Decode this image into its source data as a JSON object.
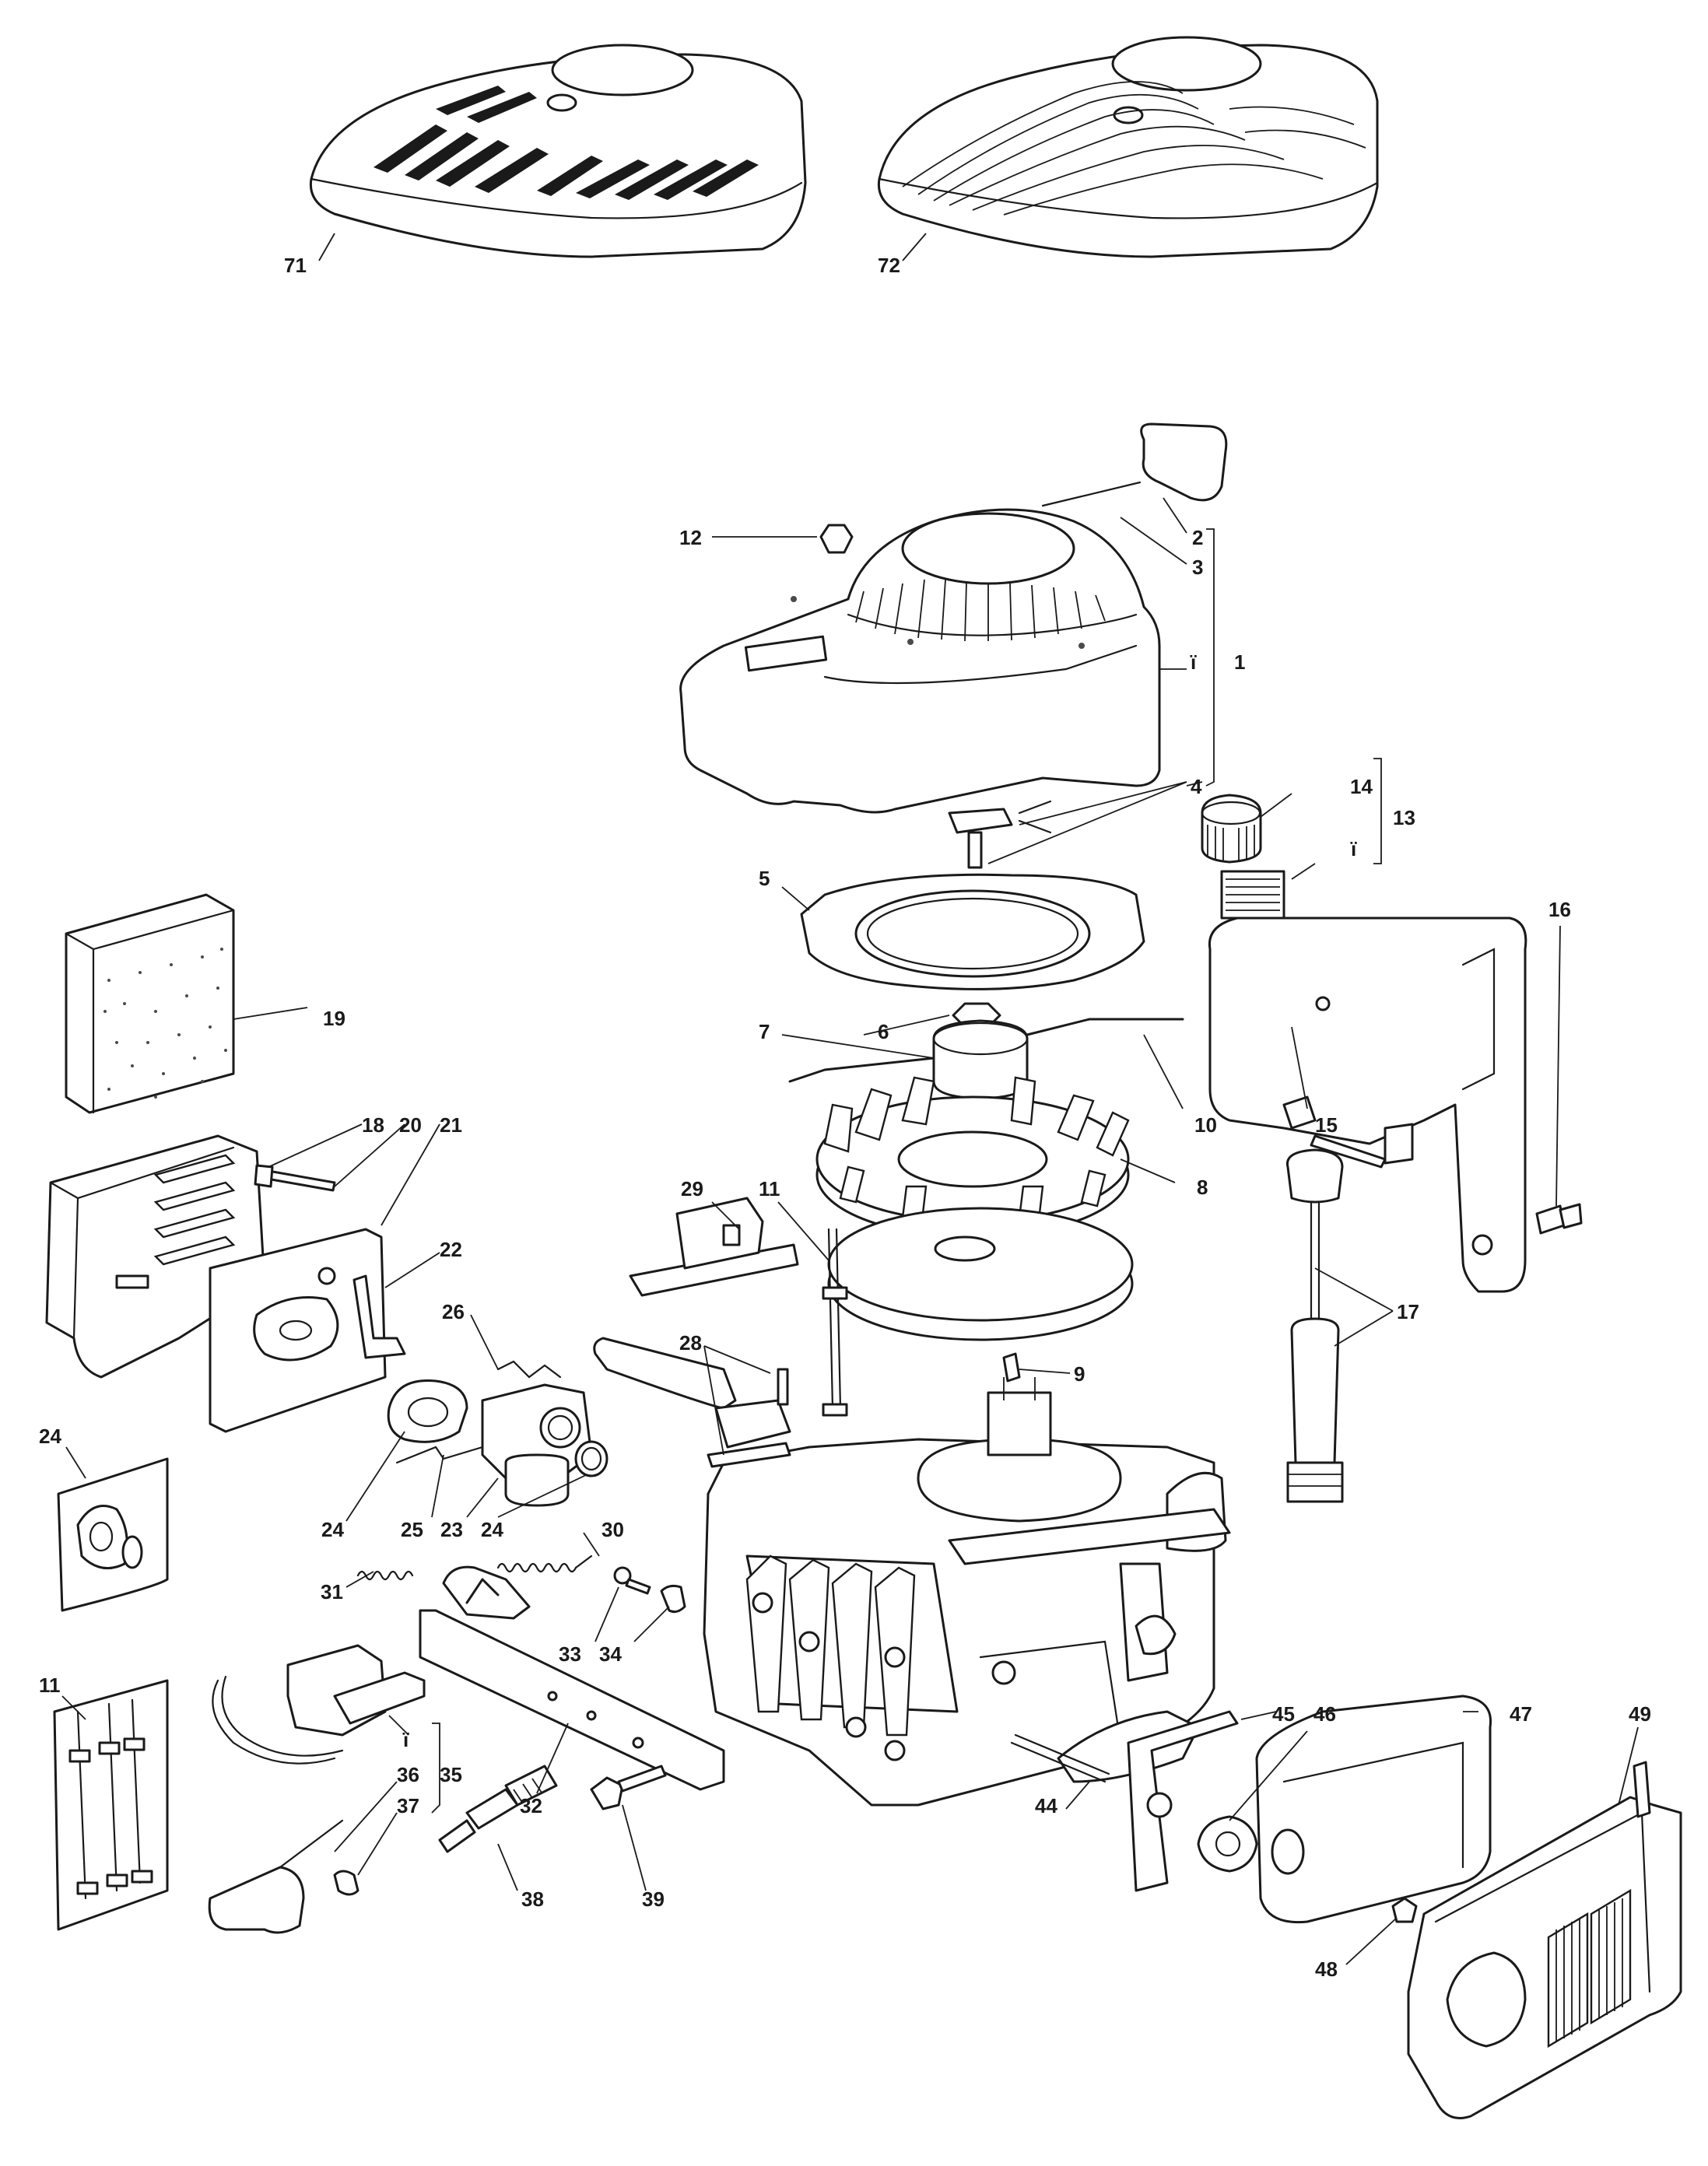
{
  "callouts": {
    "c71": "71",
    "c72": "72",
    "c12": "12",
    "c2": "2",
    "c3": "3",
    "c1": "1",
    "cI1": "ï",
    "c4": "4",
    "c14": "14",
    "c13": "13",
    "cI13": "ï",
    "c5": "5",
    "c16": "16",
    "c19": "19",
    "c7": "7",
    "c6": "6",
    "c10": "10",
    "c15": "15",
    "c18": "18",
    "c20": "20",
    "c21": "21",
    "c29": "29",
    "c11a": "11",
    "c8": "8",
    "c22": "22",
    "c17": "17",
    "c26": "26",
    "c28": "28",
    "c9": "9",
    "c24a": "24",
    "c24b": "24",
    "c25": "25",
    "c23": "23",
    "c24c": "24",
    "c30": "30",
    "c31": "31",
    "c33": "33",
    "c34": "34",
    "c11b": "11",
    "c35I": "ï",
    "c36": "36",
    "c35": "35",
    "c37": "37",
    "c32": "32",
    "c38": "38",
    "c39": "39",
    "c44": "44",
    "c45": "45",
    "c46": "46",
    "c47": "47",
    "c49": "49",
    "c48": "48"
  }
}
